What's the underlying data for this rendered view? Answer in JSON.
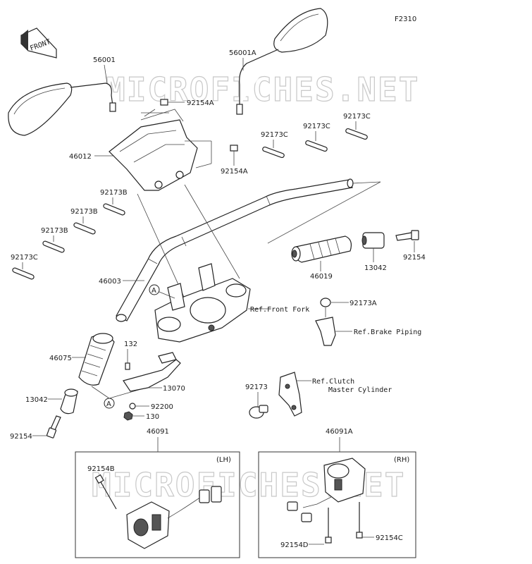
{
  "figure_code": "F2310",
  "front_indicator": "FRONT",
  "watermark": "MICROFICHES.NET",
  "callout_letter": "A",
  "parts": {
    "p56001": "56001",
    "p56001A": "56001A",
    "p92154A_top": "92154A",
    "p46012": "46012",
    "p92154A_mid": "92154A",
    "p92173C_1": "92173C",
    "p92173C_2": "92173C",
    "p92173C_3": "92173C",
    "p92173C_4": "92173C",
    "p92173B_1": "92173B",
    "p92173B_2": "92173B",
    "p92173B_3": "92173B",
    "p46003": "46003",
    "p46019": "46019",
    "p13042_r": "13042",
    "p92154_r": "92154",
    "p92173A": "92173A",
    "p132": "132",
    "p46075": "46075",
    "p13070": "13070",
    "p13042_l": "13042",
    "p92200": "92200",
    "p130": "130",
    "p92154_l": "92154",
    "p92173": "92173",
    "p46091": "46091",
    "p46091A": "46091A",
    "p92154B": "92154B",
    "p92154D": "92154D",
    "p92154C": "92154C"
  },
  "refs": {
    "front_fork": "Ref.Front Fork",
    "brake_piping": "Ref.Brake Piping",
    "clutch_1": "Ref.Clutch",
    "clutch_2": "Master Cylinder"
  },
  "boxes": {
    "left_tag": "(LH)",
    "right_tag": "(RH)"
  }
}
